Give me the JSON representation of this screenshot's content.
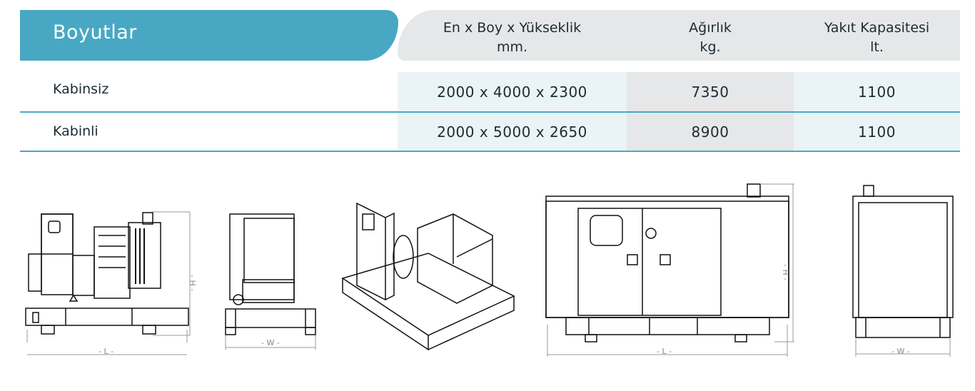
{
  "section_title": "Boyutlar",
  "columns": [
    {
      "line1": "En x Boy x Yükseklik",
      "line2": "mm."
    },
    {
      "line1": "Ağırlık",
      "line2": "kg."
    },
    {
      "line1": "Yakıt Kapasitesi",
      "line2": "lt."
    }
  ],
  "rows": [
    {
      "label": "Kabinsiz",
      "dimensions": "2000 x 4000 x 2300",
      "weight": "7350",
      "fuel": "1100"
    },
    {
      "label": "Kabinli",
      "dimensions": "2000 x 5000 x 2650",
      "weight": "8900",
      "fuel": "1100"
    }
  ],
  "dimension_labels": {
    "length": "- L -",
    "width": "- W -",
    "height": "- H -"
  },
  "colors": {
    "accent": "#48A8C3",
    "header_grey": "#E6E7E8",
    "row_tint": "#EAF3F6"
  }
}
